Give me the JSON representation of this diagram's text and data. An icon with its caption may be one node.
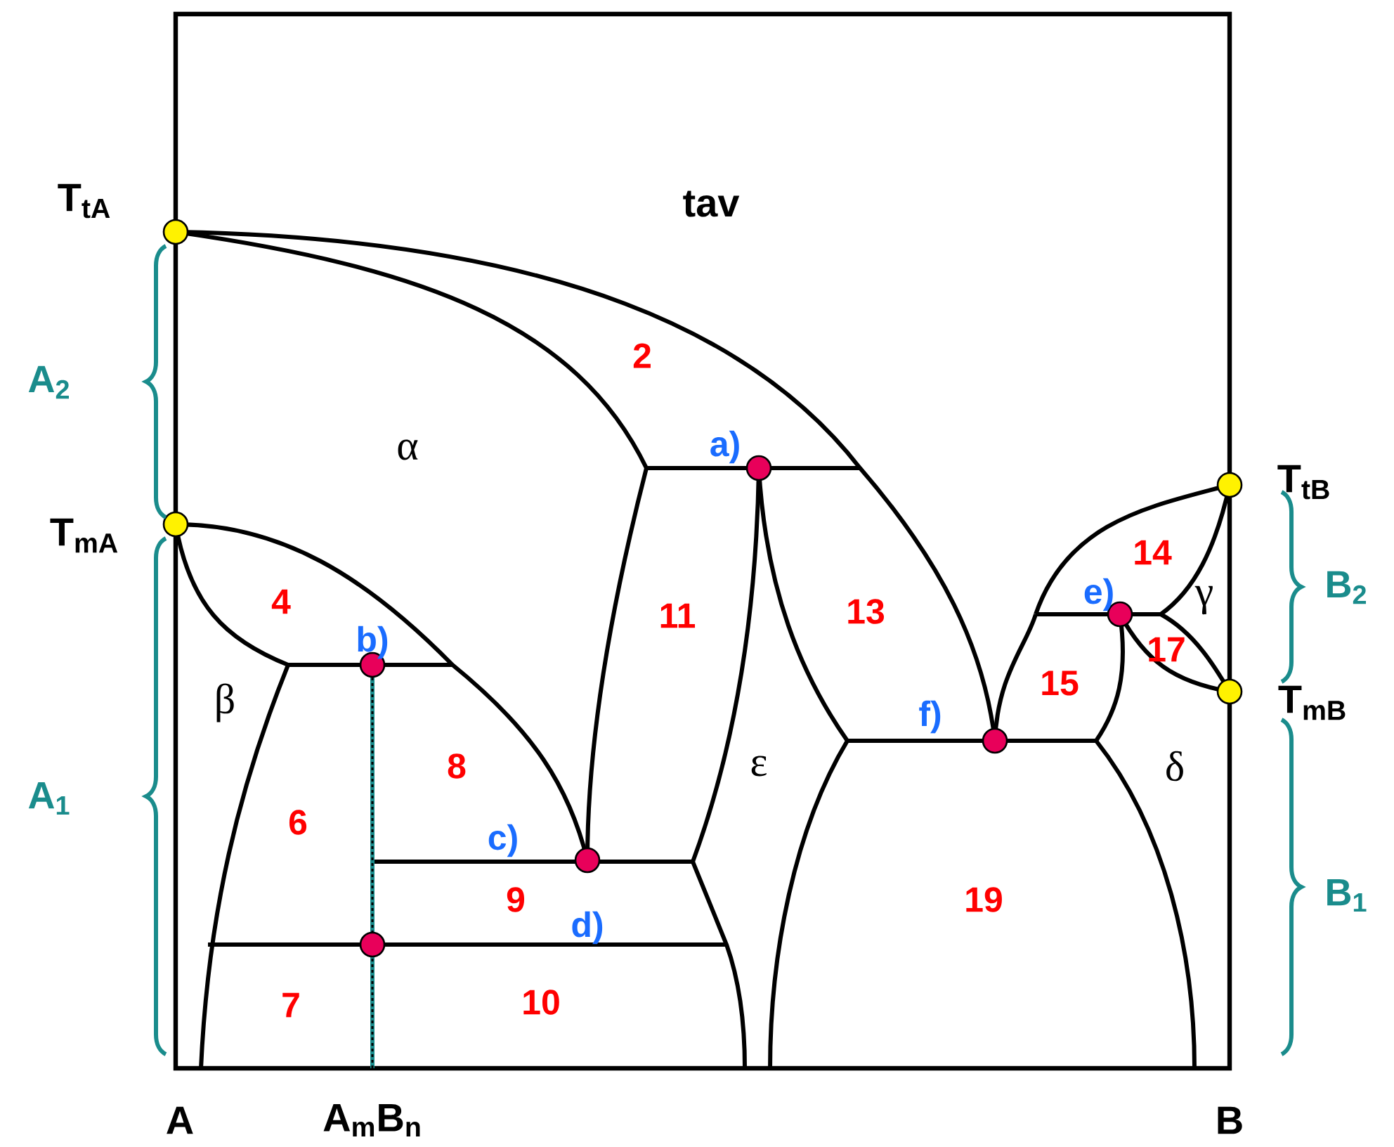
{
  "diagram": {
    "labels": [
      "T$_{tA}$",
      "tav",
      "A$_{2}$",
      "2",
      "α",
      "a)",
      "T$_{tB}$",
      "T$_{mA}$",
      "14",
      "B$_{2}$",
      "e)",
      "γ",
      "4",
      "11",
      "13",
      "b)",
      "17",
      "β",
      "15",
      "T$_{mB}$",
      "f)",
      "8",
      "ε",
      "δ",
      "A$_{1}$",
      "6",
      "c)",
      "19",
      "B$_{1}$",
      "9",
      "d)",
      "7",
      "10",
      "A",
      "A$_{m}$B$_{n}$",
      "B"
    ]
  }
}
